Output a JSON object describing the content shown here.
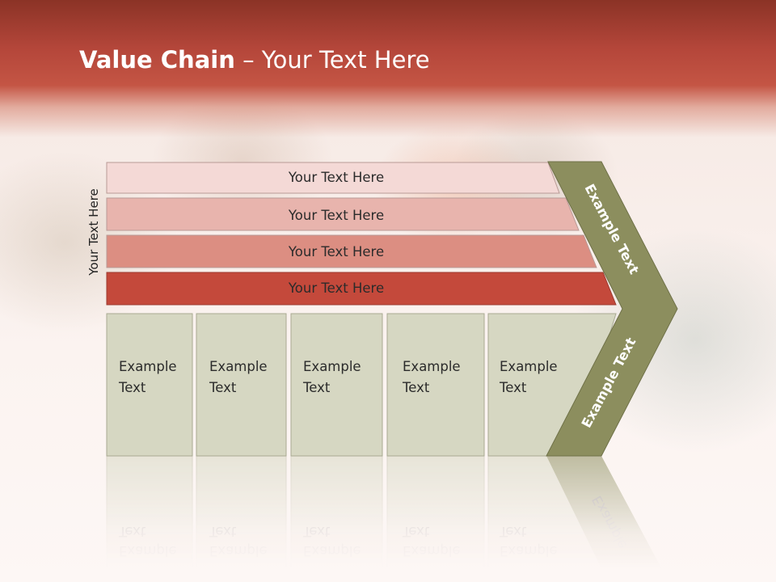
{
  "title": {
    "bold": "Value Chain",
    "rest": " – Your Text Here"
  },
  "side_label": "Your Text Here",
  "bars": [
    {
      "label": "Your Text Here",
      "color": "#f4d9d6"
    },
    {
      "label": "Your Text Here",
      "color": "#e8b4ad"
    },
    {
      "label": "Your Text Here",
      "color": "#dc8e82"
    },
    {
      "label": "Your Text Here",
      "color": "#c4493b"
    }
  ],
  "columns": [
    {
      "line1": "Example",
      "line2": "Text"
    },
    {
      "line1": "Example",
      "line2": "Text"
    },
    {
      "line1": "Example",
      "line2": "Text"
    },
    {
      "line1": "Example",
      "line2": "Text"
    },
    {
      "line1": "Example",
      "line2": "Text"
    }
  ],
  "arrow": {
    "upper_label": "Example Text",
    "lower_label": "Example Text",
    "color": "#8c8e5e"
  },
  "column_color": "#d6d7c2",
  "header_color": "#b4463a"
}
